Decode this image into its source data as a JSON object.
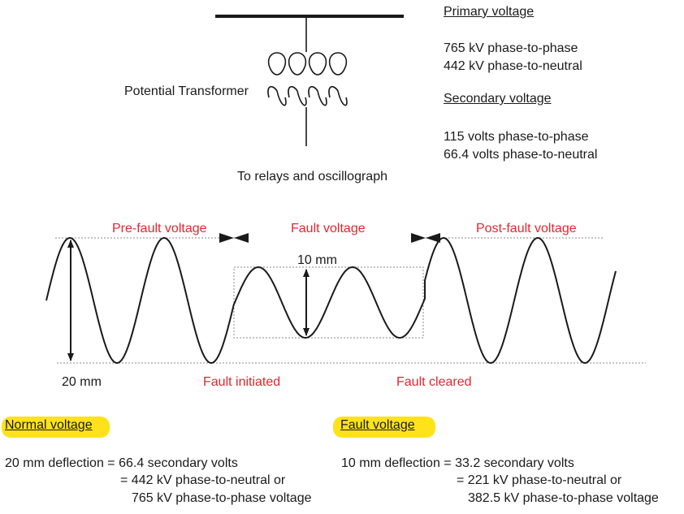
{
  "transformer": {
    "label": "Potential Transformer",
    "output_label": "To relays and oscillograph"
  },
  "primary": {
    "heading": "Primary voltage",
    "line1": "765 kV phase-to-phase",
    "line2": "442 kV phase-to-neutral"
  },
  "secondary": {
    "heading": "Secondary voltage",
    "line1": "115 volts phase-to-phase",
    "line2": "66.4 volts phase-to-neutral"
  },
  "waveform": {
    "pre_fault_label": "Pre-fault voltage",
    "fault_label": "Fault voltage",
    "post_fault_label": "Post-fault voltage",
    "fault_deflection_label": "10 mm",
    "normal_deflection_label": "20 mm",
    "fault_initiated_label": "Fault initiated",
    "fault_cleared_label": "Fault cleared"
  },
  "normal_note": {
    "heading": "Normal voltage",
    "line1": "20 mm deflection = 66.4 secondary volts",
    "line2": "= 442 kV phase-to-neutral or",
    "line3": "765 kV phase-to-phase voltage"
  },
  "fault_note": {
    "heading": "Fault voltage",
    "line1": "10 mm deflection = 33.2 secondary volts",
    "line2": "= 221 kV phase-to-neutral or",
    "line3": "382.5 kV phase-to-phase voltage"
  },
  "colors": {
    "accent_red": "#e3262f",
    "highlight": "#ffe21a"
  }
}
